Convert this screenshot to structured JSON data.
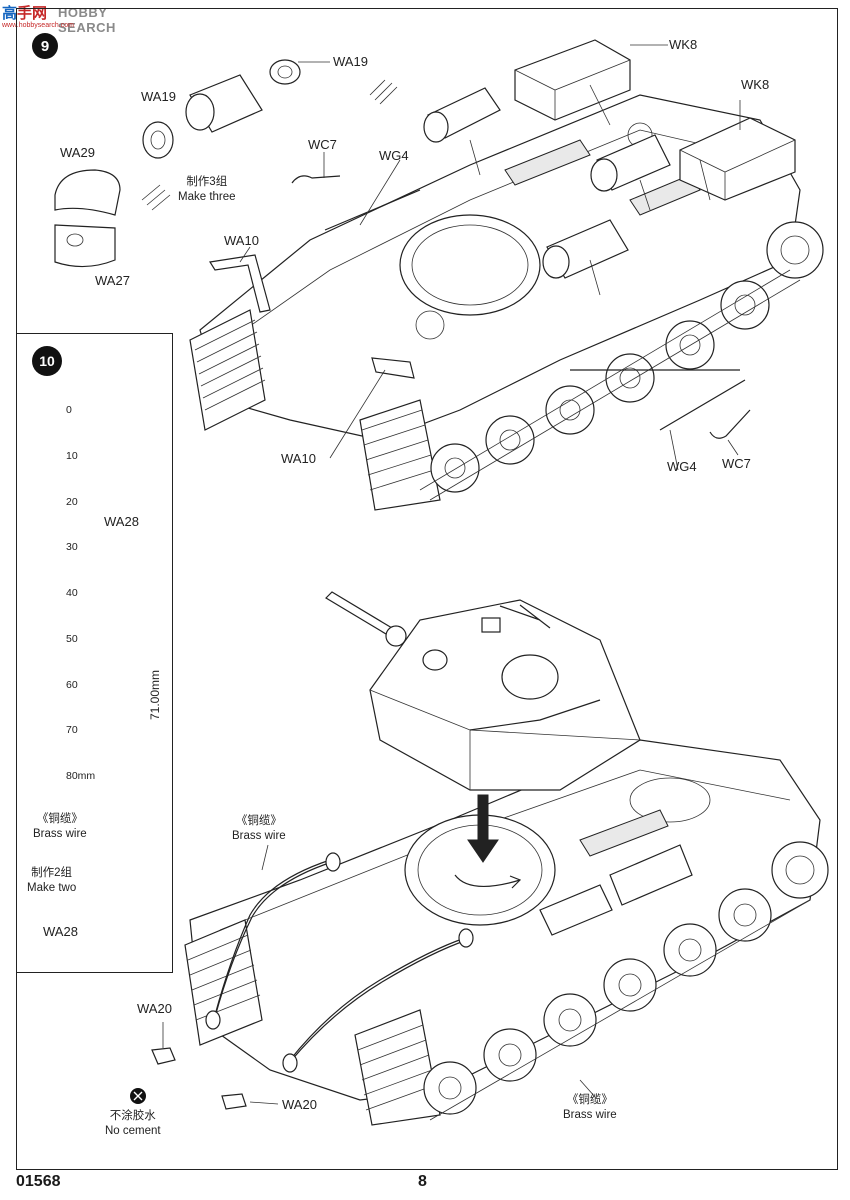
{
  "watermark": {
    "logo_a": "高",
    "logo_b": "手网",
    "text": "HOBBY SEARCH",
    "url": "www.hobbysearch.com"
  },
  "step9": {
    "number": "9",
    "labels": {
      "wk8_top": "WK8",
      "wk8_right": "WK8",
      "wa19": "WA19",
      "wa19_b": "WA19",
      "wa29": "WA29",
      "wa27": "WA27",
      "wc7_top": "WC7",
      "wg4_top": "WG4",
      "wa10_left": "WA10",
      "wa10_bottom": "WA10",
      "wg4_bottom": "WG4",
      "wc7_bottom": "WC7"
    },
    "make_three_cn": "制作3组",
    "make_three_en": "Make three"
  },
  "step10": {
    "number": "10",
    "ruler_ticks": [
      "0",
      "10",
      "20",
      "30",
      "40",
      "50",
      "60",
      "70",
      "80mm"
    ],
    "wa28_top": "WA28",
    "wa28_bottom": "WA28",
    "length": "71.00mm",
    "brass_wire_cn": "《铜缆》",
    "brass_wire_en": "Brass wire",
    "make_two_cn": "制作2组",
    "make_two_en": "Make two"
  },
  "main": {
    "brass_wire_a_cn": "《铜缆》",
    "brass_wire_a_en": "Brass wire",
    "brass_wire_b_cn": "《铜缆》",
    "brass_wire_b_en": "Brass wire",
    "wa20_top": "WA20",
    "wa20_bottom": "WA20",
    "no_cement_cn": "不涂胶水",
    "no_cement_en": "No cement"
  },
  "footer": {
    "code": "01568",
    "page": "8"
  }
}
